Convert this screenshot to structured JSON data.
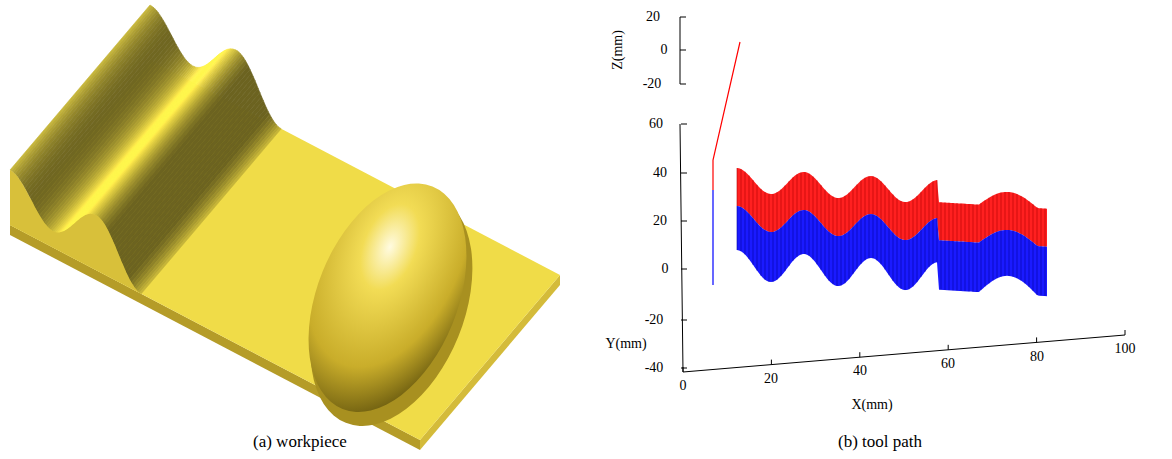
{
  "diagram": {
    "labels": [
      "20",
      "0",
      "-20",
      "Z(mm)",
      "60",
      "40",
      "20",
      "0",
      "-20",
      "-40",
      "Y(mm)",
      "0",
      "20",
      "40",
      "60",
      "80",
      "100",
      "X(mm)",
      "(a) workpiece",
      "(b) tool path"
    ]
  }
}
